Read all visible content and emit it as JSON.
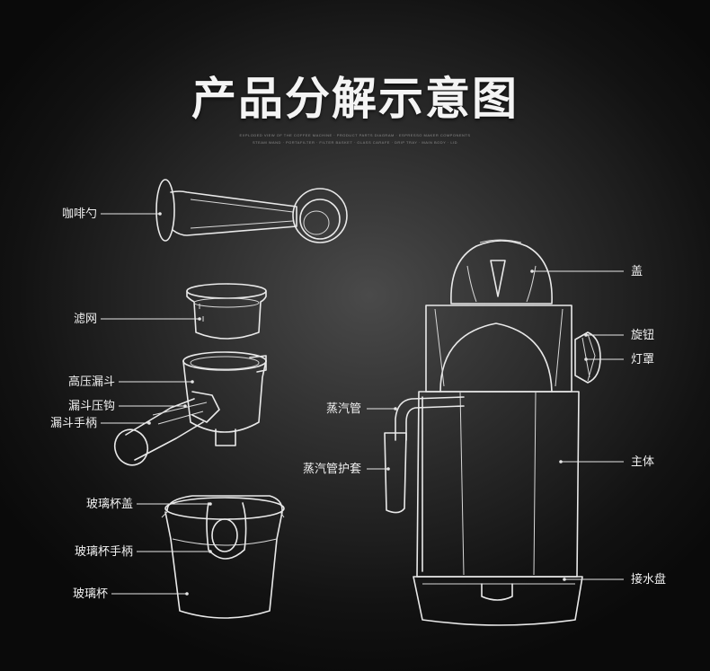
{
  "title": "产品分解示意图",
  "subtitle_lines": [
    "EXPLODED VIEW OF THE COFFEE MACHINE · PRODUCT PARTS DIAGRAM · ESPRESSO MAKER COMPONENTS",
    "STEAM WAND · PORTAFILTER · FILTER BASKET · GLASS CARAFE · DRIP TRAY · MAIN BODY · LID"
  ],
  "labels": {
    "coffee_spoon": "咖啡勺",
    "filter": "滤网",
    "high_pressure_funnel": "高压漏斗",
    "funnel_hook": "漏斗压钩",
    "funnel_handle": "漏斗手柄",
    "glass_cup_lid": "玻璃杯盖",
    "glass_cup_handle": "玻璃杯手柄",
    "glass_cup": "玻璃杯",
    "lid": "盖",
    "knob": "旋钮",
    "lamp_cover": "灯罩",
    "steam_pipe": "蒸汽管",
    "steam_pipe_sleeve": "蒸汽管护套",
    "main_body": "主体",
    "drip_tray": "接水盘"
  },
  "colors": {
    "background": "#1a1a1a",
    "line_art": "#e9e9e9",
    "text": "#f0f0f0"
  }
}
